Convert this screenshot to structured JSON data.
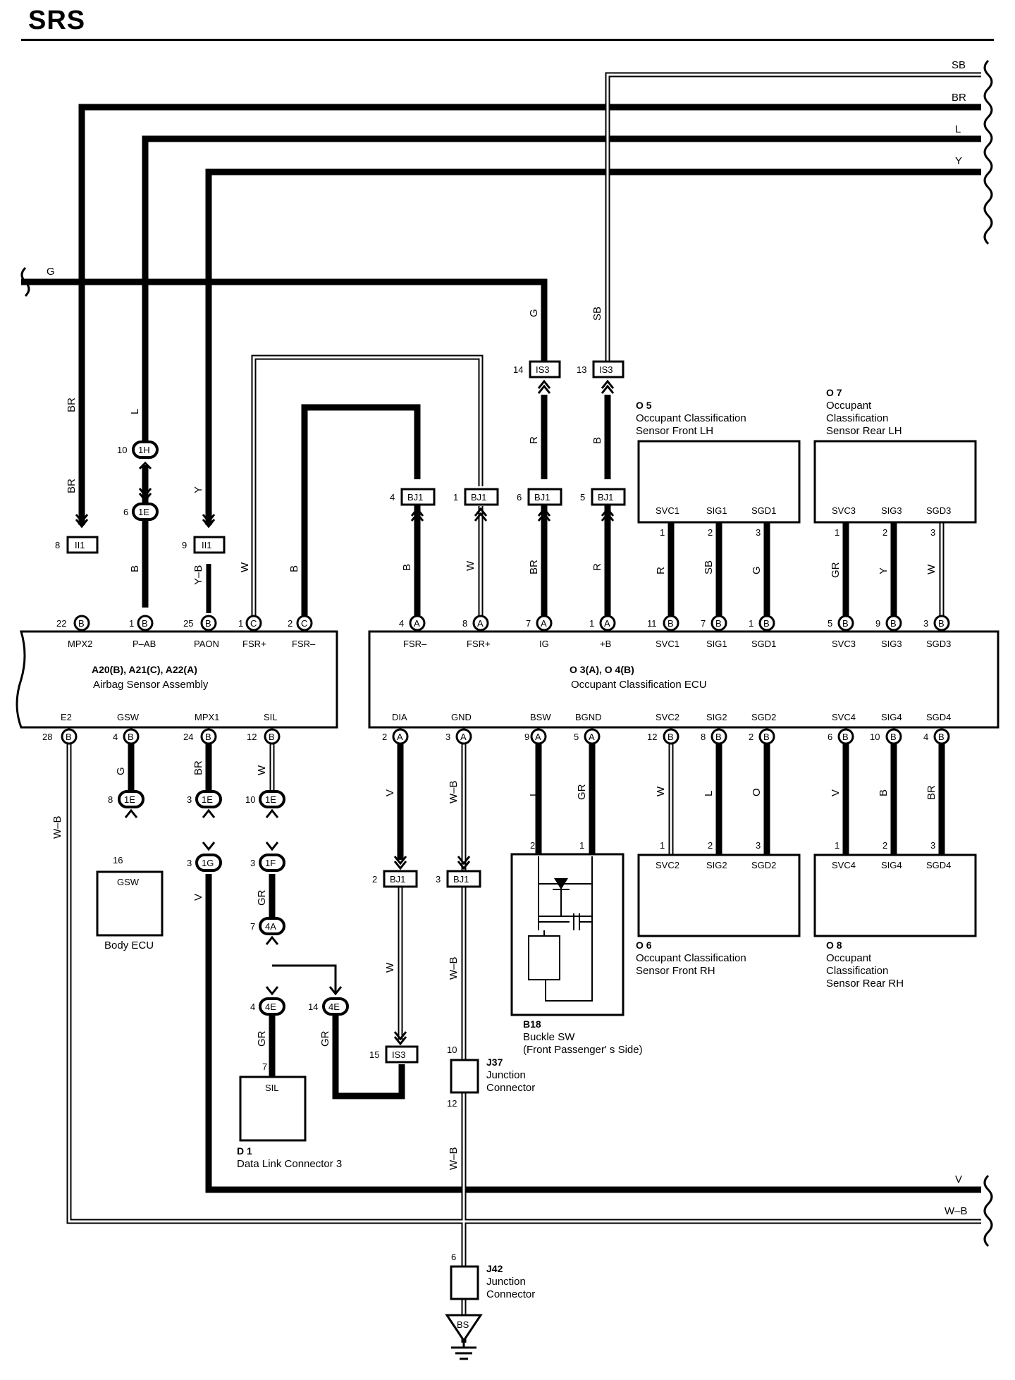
{
  "title": "SRS",
  "wire_colors": {
    "SB": "SB",
    "BR": "BR",
    "L": "L",
    "Y": "Y",
    "G": "G",
    "V": "V",
    "W-B": "W–B",
    "B": "B",
    "W": "W",
    "R": "R",
    "GR": "GR",
    "Y-B": "Y–B",
    "O": "O"
  },
  "inline_connectors": {
    "II1": "II1",
    "1H": "1H",
    "1E": "1E",
    "1F": "1F",
    "1G": "1G",
    "4A": "4A",
    "4E": "4E",
    "IS3": "IS3",
    "BJ1": "BJ1"
  },
  "components": {
    "airbag": {
      "id": "A20(B), A21(C), A22(A)",
      "name": "Airbag Sensor Assembly"
    },
    "ecu": {
      "id": "O 3(A), O 4(B)",
      "name": "Occupant Classification ECU"
    },
    "o5": {
      "id": "O 5",
      "name_l1": "Occupant Classification",
      "name_l2": "Sensor Front LH"
    },
    "o7": {
      "id": "O 7",
      "name_l1": "Occupant",
      "name_l2": "Classification",
      "name_l3": "Sensor Rear LH"
    },
    "o6": {
      "id": "O 6",
      "name_l1": "Occupant Classification",
      "name_l2": "Sensor Front RH"
    },
    "o8": {
      "id": "O 8",
      "name_l1": "Occupant",
      "name_l2": "Classification",
      "name_l3": "Sensor Rear RH"
    },
    "body_ecu": {
      "pin": "GSW",
      "name": "Body ECU"
    },
    "dlc": {
      "id": "D 1",
      "pin": "SIL",
      "name": "Data Link Connector 3"
    },
    "buckle": {
      "id": "B18",
      "name_l1": "Buckle SW",
      "name_l2": "(Front Passenger' s Side)"
    },
    "j37": {
      "id": "J37",
      "name_l1": "Junction",
      "name_l2": "Connector"
    },
    "j42": {
      "id": "J42",
      "name_l1": "Junction",
      "name_l2": "Connector"
    },
    "ground": {
      "label": "BS"
    }
  },
  "pins": {
    "airbag_top": [
      "MPX2",
      "P–AB",
      "PAON",
      "FSR+",
      "FSR–"
    ],
    "airbag_bottom": [
      "E2",
      "GSW",
      "MPX1",
      "SIL"
    ],
    "ecu_top": [
      "FSR–",
      "FSR+",
      "IG",
      "+B",
      "SVC1",
      "SIG1",
      "SGD1",
      "SVC3",
      "SIG3",
      "SGD3"
    ],
    "ecu_bottom": [
      "DIA",
      "GND",
      "BSW",
      "BGND",
      "SVC2",
      "SIG2",
      "SGD2",
      "SVC4",
      "SIG4",
      "SGD4"
    ],
    "o5": [
      "SVC1",
      "SIG1",
      "SGD1"
    ],
    "o7": [
      "SVC3",
      "SIG3",
      "SGD3"
    ],
    "o6": [
      "SVC2",
      "SIG2",
      "SGD2"
    ],
    "o8": [
      "SVC4",
      "SIG4",
      "SGD4"
    ]
  }
}
